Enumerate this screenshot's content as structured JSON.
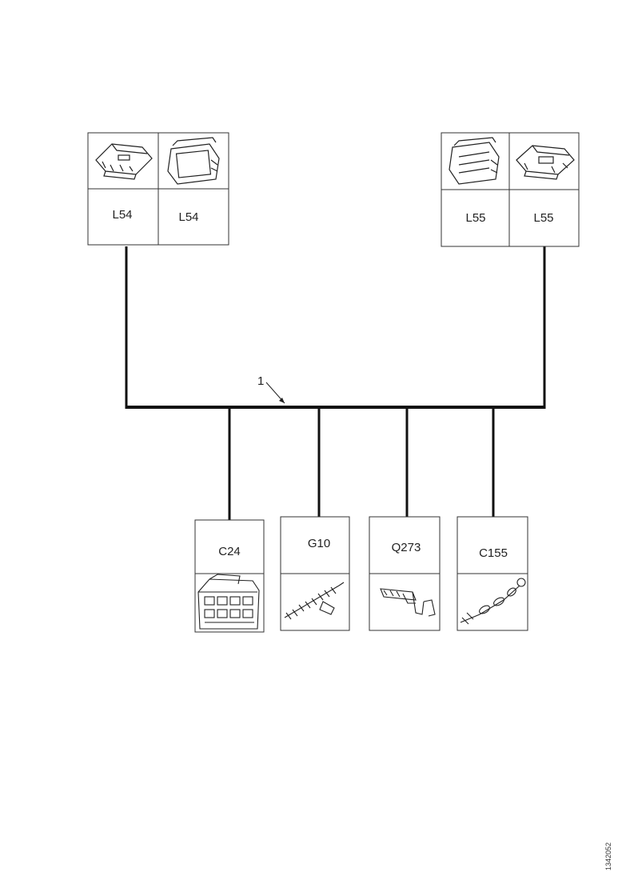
{
  "diagram": {
    "harness_callout": "1",
    "document_id": "1342052",
    "top_connectors": [
      {
        "id": "l54-a",
        "label": "L54",
        "icon": "connector-housing-icon"
      },
      {
        "id": "l54-b",
        "label": "L54",
        "icon": "connector-housing-face-icon"
      },
      {
        "id": "l55-a",
        "label": "L55",
        "icon": "connector-housing-face-icon"
      },
      {
        "id": "l55-b",
        "label": "L55",
        "icon": "connector-housing-icon"
      }
    ],
    "bottom_connectors": [
      {
        "id": "c24",
        "label": "C24",
        "icon": "multi-pin-connector-icon"
      },
      {
        "id": "g10",
        "label": "G10",
        "icon": "terminal-strip-icon"
      },
      {
        "id": "q273",
        "label": "Q273",
        "icon": "bracket-terminal-icon"
      },
      {
        "id": "c155",
        "label": "C155",
        "icon": "wire-terminal-icon"
      }
    ]
  }
}
